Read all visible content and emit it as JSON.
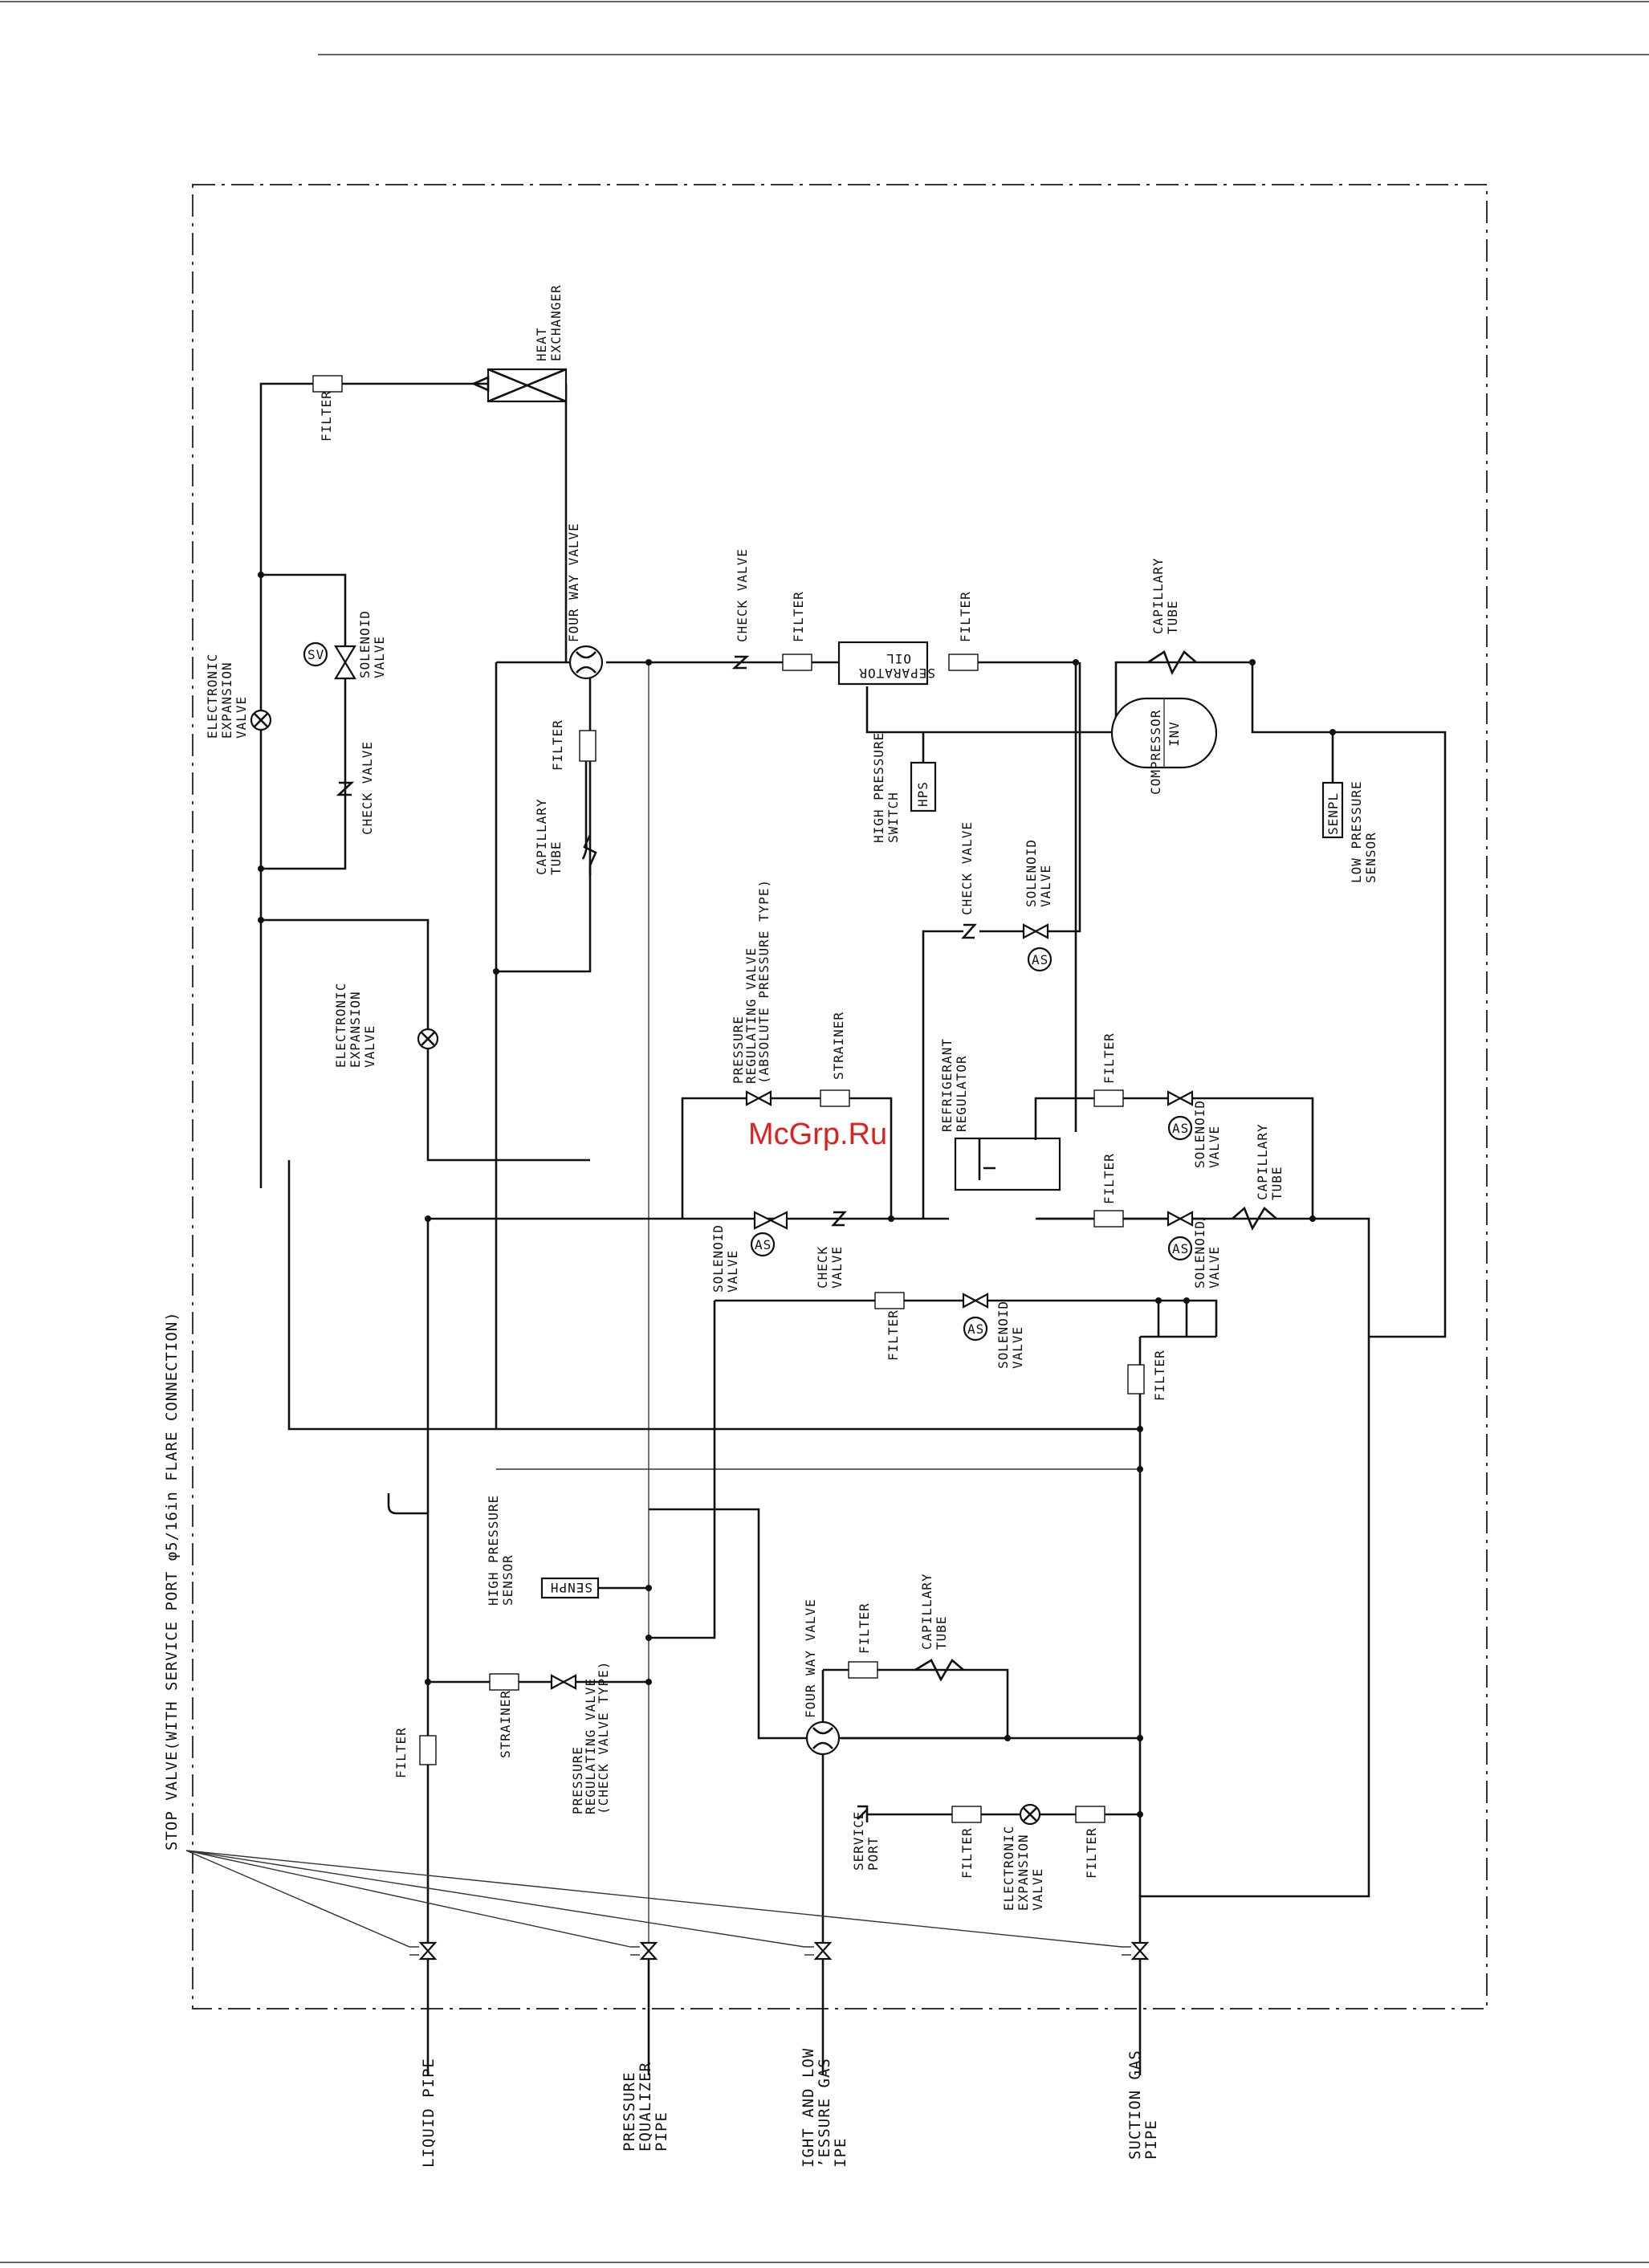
{
  "watermark": "McGrp.Ru",
  "stop_valve_note": "STOP VALVE(WITH SERVICE PORT  φ5/16in FLARE CONNECTION)",
  "pipes": {
    "liquid": [
      "LIQUID PIPE"
    ],
    "pressure_equalizer": [
      "PRESSURE",
      "EQUALIZER",
      "PIPE"
    ],
    "hl_gas": [
      "IGHT AND LOW",
      "’ESSURE GAS",
      "IPE"
    ],
    "suction": [
      "SUCTION GAS",
      "PIPE"
    ]
  },
  "labels": {
    "heat_exchanger": [
      "HEAT",
      "EXCHANGER"
    ],
    "filter": "FILTER",
    "eev": [
      "ELECTRONIC",
      "EXPANSION",
      "VALVE"
    ],
    "solenoid": [
      "SOLENOID",
      "VALVE"
    ],
    "check_valve": "CHECK VALVE",
    "check_valve_2": [
      "CHECK",
      "VALVE"
    ],
    "four_way_valve": "FOUR WAY VALVE",
    "capillary": [
      "CAPILLARY",
      "TUBE"
    ],
    "oil_separator": [
      "OIL",
      "SEPARATOR"
    ],
    "hps_switch": [
      "HIGH PRESSURE",
      "SWITCH"
    ],
    "hps": "HPS",
    "compressor": "COMPRESSOR",
    "inv": "INV",
    "senpl": "SENPL",
    "low_pressure_sensor": [
      "LOW PRESSURE",
      "SENSOR"
    ],
    "prv_abs": [
      "PRESSURE",
      "REGULATING VALVE",
      "(ABSOLUTE PRESSURE TYPE)"
    ],
    "strainer": "STRAINER",
    "refrigerant_regulator": [
      "REFRIGERANT",
      "REGULATOR"
    ],
    "high_pressure_sensor": [
      "HIGH PRESSURE",
      "SENSOR"
    ],
    "senph": "SENPH",
    "prv_check": [
      "PRESSURE",
      "REGULATING VALVE",
      "(CHECK VALVE TYPE)"
    ],
    "service_port": [
      "SERVICE",
      "PORT"
    ],
    "sv": "SV",
    "as": "AS"
  }
}
